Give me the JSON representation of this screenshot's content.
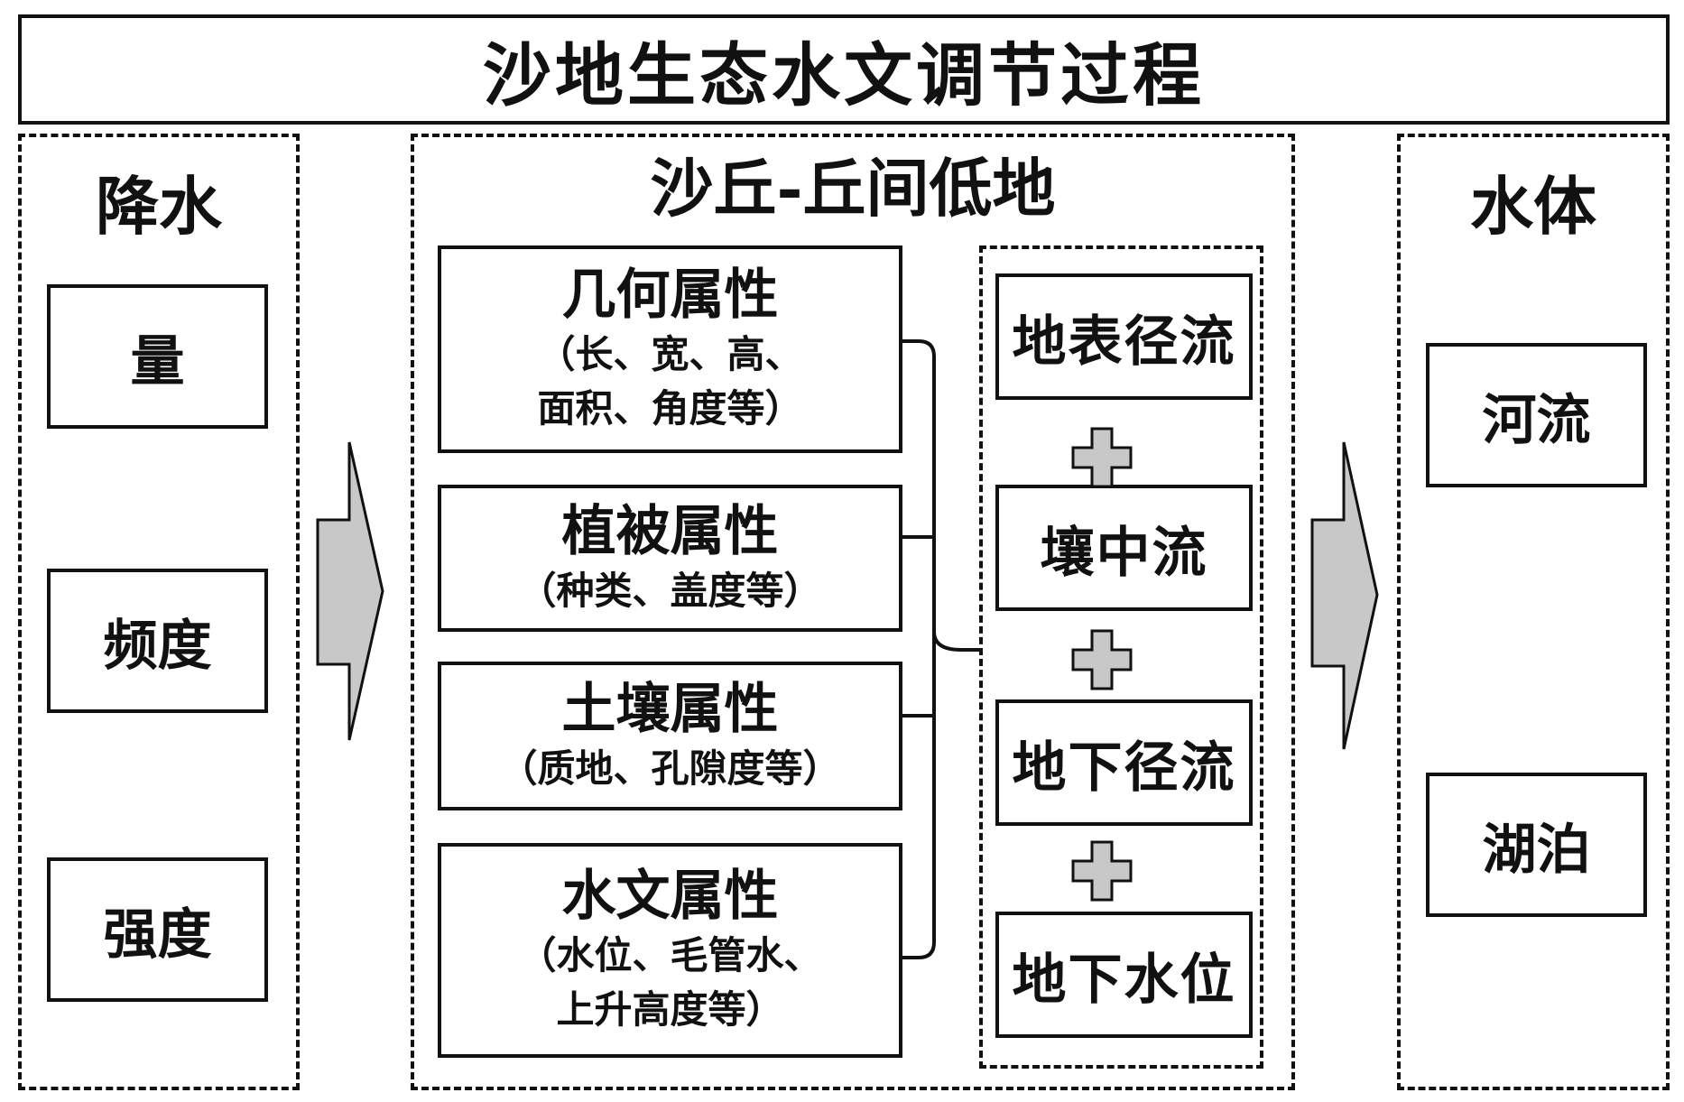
{
  "title": "沙地生态水文调节过程",
  "precipitation": {
    "heading": "降水",
    "items": [
      "量",
      "频度",
      "强度"
    ]
  },
  "dune": {
    "heading": "沙丘-丘间低地",
    "attributes": [
      {
        "title": "几何属性",
        "lines": [
          "（长、宽、高、",
          "面积、角度等）"
        ]
      },
      {
        "title": "植被属性",
        "lines": [
          "（种类、盖度等）"
        ]
      },
      {
        "title": "土壤属性",
        "lines": [
          "（质地、孔隙度等）"
        ]
      },
      {
        "title": "水文属性",
        "lines": [
          "（水位、毛管水、",
          "上升高度等）"
        ]
      }
    ],
    "flows": [
      "地表径流",
      "壤中流",
      "地下径流",
      "地下水位"
    ]
  },
  "water_body": {
    "heading": "水体",
    "items": [
      "河流",
      "湖泊"
    ]
  },
  "colors": {
    "line": "#111111",
    "arrow_fill": "#c8c8c8",
    "plus_fill": "#c8c8c8",
    "background": "#ffffff"
  }
}
